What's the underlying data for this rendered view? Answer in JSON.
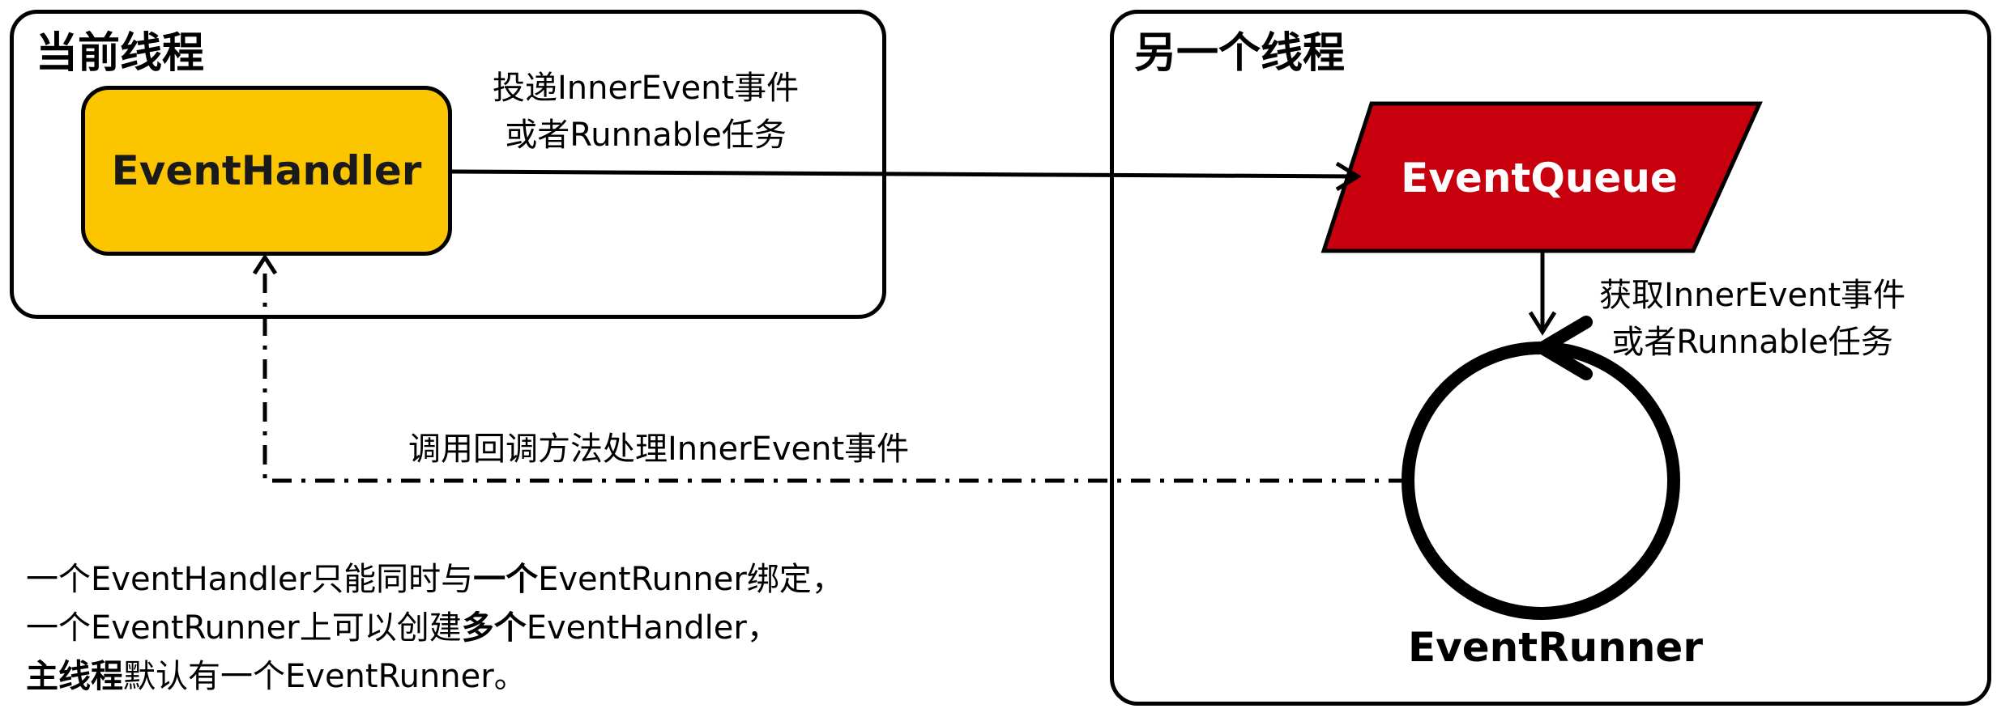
{
  "colors": {
    "event_handler_fill": "#fbc600",
    "event_queue_fill": "#c8000e",
    "event_queue_text": "#ffffff",
    "line": "#000000"
  },
  "current_thread": {
    "title": "当前线程"
  },
  "other_thread": {
    "title": "另一个线程"
  },
  "nodes": {
    "event_handler": "EventHandler",
    "event_queue": "EventQueue",
    "event_runner": "EventRunner"
  },
  "edges": {
    "post_event": {
      "line1": "投递InnerEvent事件",
      "line2": "或者Runnable任务"
    },
    "fetch_event": {
      "line1": "获取InnerEvent事件",
      "line2": "或者Runnable任务"
    },
    "callback": "调用回调方法处理InnerEvent事件"
  },
  "summary": {
    "line1": {
      "a": "一个",
      "b": "EventHandler只能同时与",
      "c": "一个",
      "d": "EventRunner绑定，"
    },
    "line2": {
      "a": "一个EventRunner上可以创建",
      "b": "多个",
      "c": "EventHandler，"
    },
    "line3": {
      "a": "主线程",
      "b": "默认有一个EventRunner。"
    }
  }
}
